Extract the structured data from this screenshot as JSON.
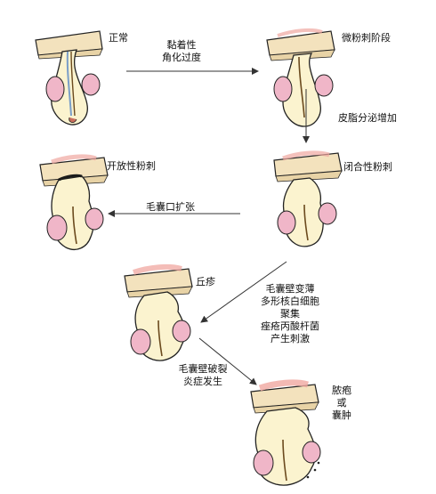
{
  "stages": {
    "normal": "正常",
    "microcomedone": "微粉刺阶段",
    "closed_comedone": "闭合性粉刺",
    "open_comedone": "开放性粉刺",
    "papule": "丘疹",
    "pustule_cyst": "脓疱\n或\n囊肿"
  },
  "transitions": {
    "t1": "黏着性\n角化过度",
    "t2": "皮脂分泌增加",
    "t3": "毛囊口扩张",
    "t4": "毛囊壁变薄\n多形核白细胞\n聚集\n痤疮丙酸杆菌\n产生刺激",
    "t5": "毛囊壁破裂\n炎症发生"
  },
  "colors": {
    "skin_top": "#f3e2bd",
    "hair_bulb_pink": "#f0b6c8",
    "keratin_fill": "#fbf3cf",
    "outline": "#222222",
    "hair": "#6b4a1e"
  }
}
